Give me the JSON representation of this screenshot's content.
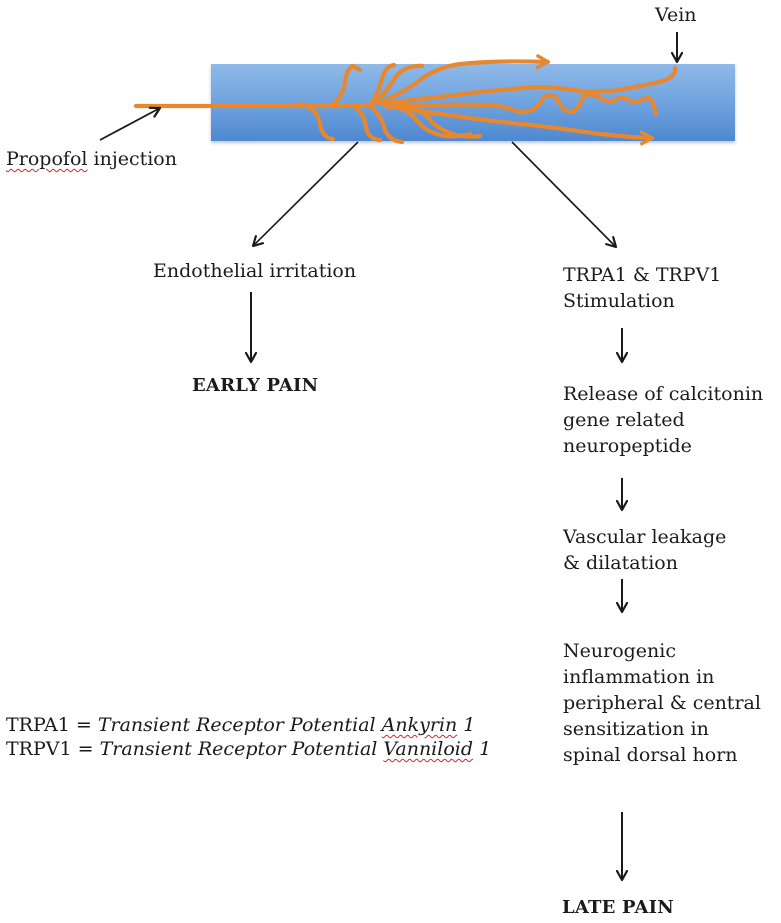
{
  "diagram": {
    "labels": {
      "vein": "Vein",
      "injection_word": "Propofol",
      "injection_rest": " injection",
      "endothelial": "Endothelial irritation",
      "early_pain": "EARLY PAIN",
      "late_pain": "LATE PAIN"
    },
    "pathway_right": [
      {
        "lines": [
          "TRPA1 & TRPV1",
          "Stimulation"
        ]
      },
      {
        "lines": [
          "Release of calcitonin",
          "gene related",
          "neuropeptide"
        ]
      },
      {
        "lines": [
          "Vascular leakage",
          "& dilatation"
        ]
      },
      {
        "lines": [
          "Neurogenic",
          "inflammation in",
          "peripheral & central",
          "sensitization in",
          "spinal dorsal horn"
        ]
      }
    ],
    "legend": [
      {
        "abbr": "TRPA1",
        "eq": " = ",
        "def_main": "Transient Receptor Potential ",
        "def_flag": "Ankyrin",
        "def_tail": " 1"
      },
      {
        "abbr": "TRPV1",
        "eq": " = ",
        "def_main": "Transient Receptor Potential ",
        "def_flag": "Vanniloid",
        "def_tail": " 1"
      }
    ],
    "colors": {
      "vein_top": "#8fb9e8",
      "vein_mid": "#6fa3df",
      "vein_bottom": "#4f88d0",
      "drug_flow": "#e8882e",
      "arrow": "#1a1a1a",
      "spellcheck": "#d8262a"
    }
  }
}
